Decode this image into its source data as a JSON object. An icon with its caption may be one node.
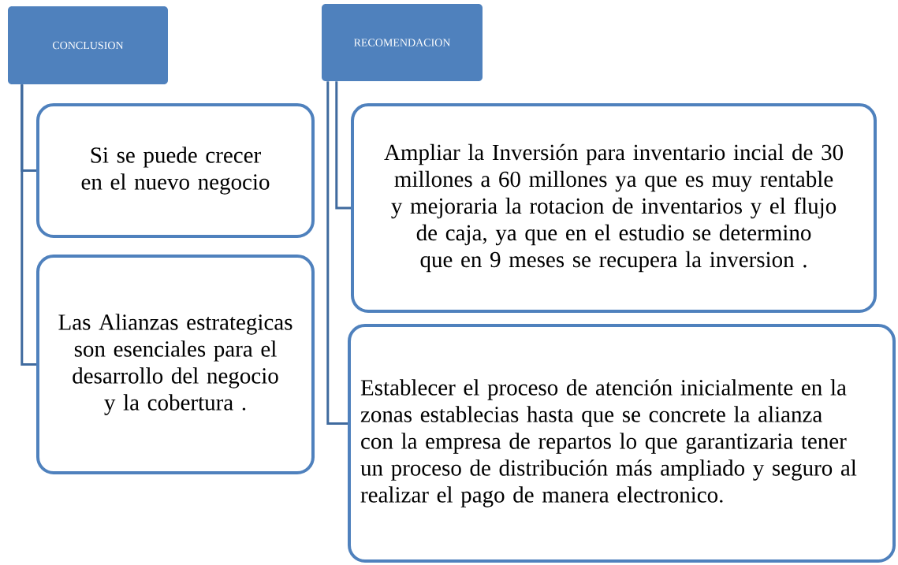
{
  "diagram": {
    "nodes": [
      {
        "text": [
          "CONCLUSION"
        ]
      },
      {
        "text": [
          "Si se puede crecer en el nuevo negocio"
        ]
      },
      {
        "text": [
          "Las Alianzas estrategicas son esenciales para el desarrollo del negocio y la cobertura ."
        ]
      },
      {
        "text": [
          "RECOMENDACION"
        ]
      },
      {
        "text": [
          "Ampliar la Inversión para inventario incial  de 30 millones a 60 millones ya que es muy rentable y mejoraria la rotacion de inventarios y el flujo de caja, ya que en el estudio se determino que en 9 meses se recupera la inversion ."
        ]
      },
      {
        "text": [
          "Establecer el proceso de atención inicialmente en la zonas establecias hasta que se concrete la alianza con la empresa de repartos lo que garantizaria tener un proceso de distribución más ampliado y seguro al realizar el pago de manera electronico."
        ]
      }
    ],
    "edges": [
      {
        "from": 0,
        "to": 1,
        "arrow": "none"
      },
      {
        "from": 0,
        "to": 2,
        "arrow": "none"
      },
      {
        "from": 3,
        "to": 4,
        "arrow": "none"
      },
      {
        "from": 3,
        "to": 5,
        "arrow": "none"
      }
    ]
  }
}
